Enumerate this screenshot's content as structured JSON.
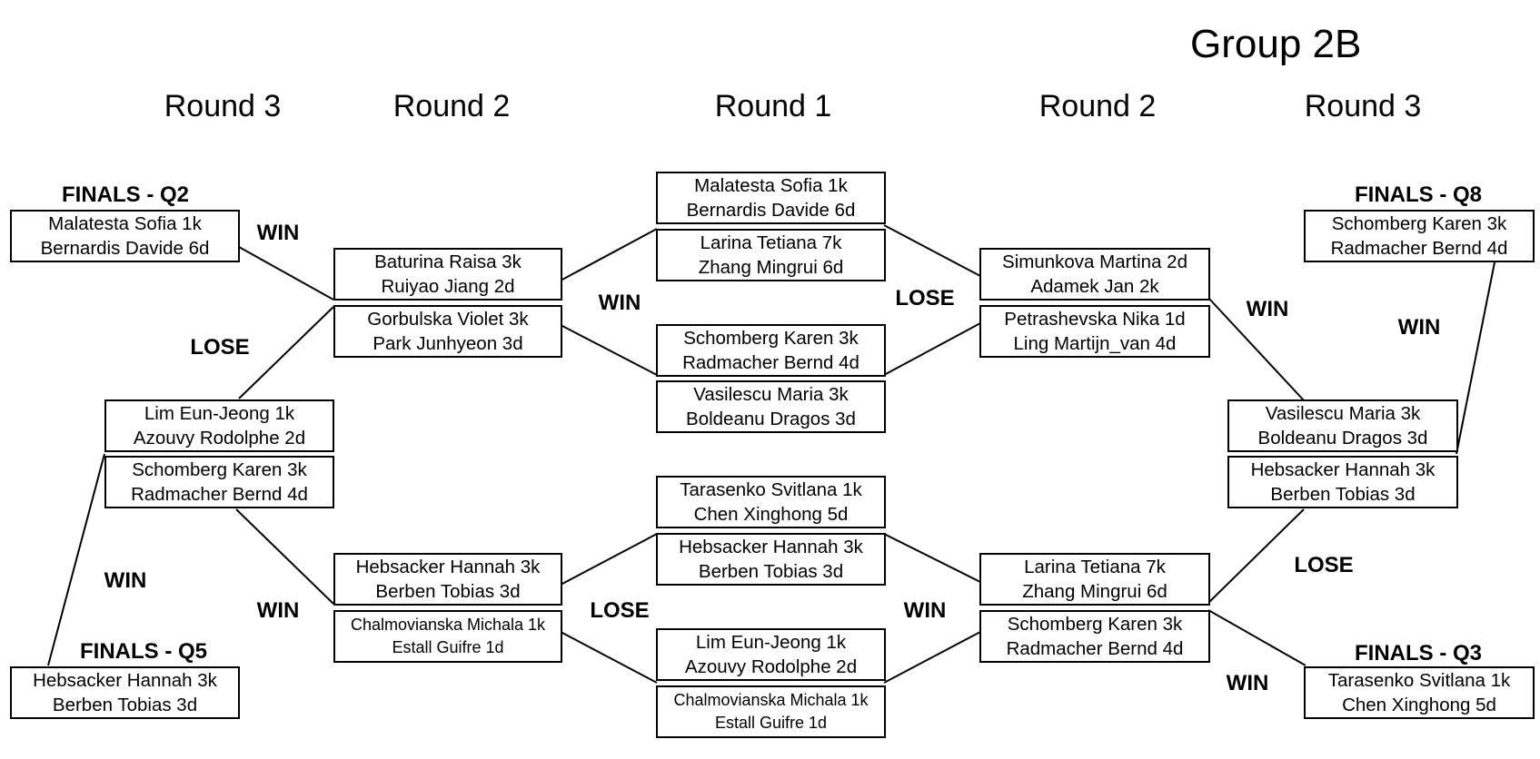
{
  "title": "Group 2B",
  "rounds": [
    "Round 3",
    "Round 2",
    "Round 1",
    "Round 2",
    "Round 3"
  ],
  "finals": {
    "q2": "FINALS - Q2",
    "q5": "FINALS - Q5",
    "q8": "FINALS - Q8",
    "q3": "FINALS - Q3"
  },
  "outcomes": [
    "WIN",
    "LOSE",
    "WIN",
    "WIN",
    "WIN",
    "LOSE",
    "LOSE",
    "WIN",
    "WIN",
    "WIN",
    "LOSE",
    "WIN"
  ],
  "matches": [
    {
      "p1": "Malatesta Sofia 1k",
      "p2": "Bernardis Davide 6d"
    },
    {
      "p1": "Baturina Raisa 3k",
      "p2": "Ruiyao Jiang 2d"
    },
    {
      "p1": "Gorbulska Violet 3k",
      "p2": "Park Junhyeon 3d"
    },
    {
      "p1": "Lim Eun-Jeong 1k",
      "p2": "Azouvy Rodolphe 2d"
    },
    {
      "p1": "Schomberg Karen 3k",
      "p2": "Radmacher Bernd 4d"
    },
    {
      "p1": "Hebsacker Hannah 3k",
      "p2": "Berben Tobias 3d"
    },
    {
      "p1": "Chalmovianska Michala 1k",
      "p2": "Estall Guifre 1d"
    },
    {
      "p1": "Hebsacker Hannah 3k",
      "p2": "Berben Tobias 3d"
    },
    {
      "p1": "Malatesta Sofia 1k",
      "p2": "Bernardis Davide 6d"
    },
    {
      "p1": "Larina Tetiana 7k",
      "p2": "Zhang Mingrui 6d"
    },
    {
      "p1": "Schomberg Karen 3k",
      "p2": "Radmacher Bernd 4d"
    },
    {
      "p1": "Vasilescu Maria 3k",
      "p2": "Boldeanu Dragos 3d"
    },
    {
      "p1": "Tarasenko Svitlana 1k",
      "p2": "Chen Xinghong 5d"
    },
    {
      "p1": "Hebsacker Hannah 3k",
      "p2": "Berben Tobias 3d"
    },
    {
      "p1": "Lim Eun-Jeong 1k",
      "p2": "Azouvy Rodolphe 2d"
    },
    {
      "p1": "Chalmovianska Michala 1k",
      "p2": "Estall Guifre 1d"
    },
    {
      "p1": "Simunkova Martina 2d",
      "p2": "Adamek Jan 2k"
    },
    {
      "p1": "Petrashevska Nika 1d",
      "p2": "Ling Martijn_van 4d"
    },
    {
      "p1": "Larina Tetiana 7k",
      "p2": "Zhang Mingrui 6d"
    },
    {
      "p1": "Schomberg Karen 3k",
      "p2": "Radmacher Bernd 4d"
    },
    {
      "p1": "Schomberg Karen 3k",
      "p2": "Radmacher Bernd 4d"
    },
    {
      "p1": "Vasilescu Maria 3k",
      "p2": "Boldeanu Dragos 3d"
    },
    {
      "p1": "Hebsacker Hannah 3k",
      "p2": "Berben Tobias 3d"
    },
    {
      "p1": "Tarasenko Svitlana 1k",
      "p2": "Chen Xinghong 5d"
    }
  ]
}
